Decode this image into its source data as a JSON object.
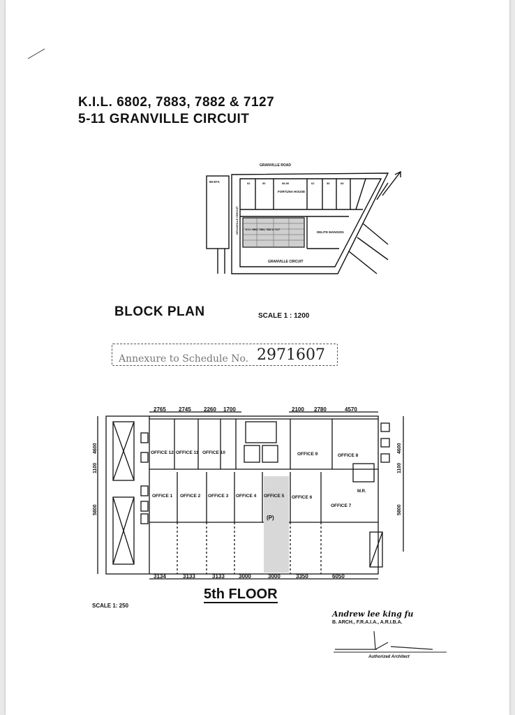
{
  "document": {
    "title_line1": "K.I.L. 6802, 7883, 7882 & 7127",
    "title_line2": "5-11 GRANVILLE CIRCUIT"
  },
  "block_plan": {
    "heading": "BLOCK PLAN",
    "scale": "SCALE 1 : 1200",
    "road_top": "GRANVILLE ROAD",
    "road_bottom": "GRANVILLE CIRCUIT",
    "road_side": "GRANVILLE CIRCUIT",
    "building_1": "FORTUNA HOUSE",
    "building_2": "DELITE MANSION",
    "lot_label": "K.I.L. 6802, 7883, 7882 & 7127",
    "number_left": "90-97A",
    "lot_numbers": [
      "52",
      "50",
      "58-50",
      "62",
      "56",
      "68"
    ]
  },
  "annexure": {
    "label": "Annexure to Schedule No.",
    "number": "2971607"
  },
  "floor_plan": {
    "heading": "5th FLOOR",
    "scale": "SCALE 1: 250",
    "top_dimensions": [
      "2765",
      "2745",
      "2260",
      "1700",
      "2100",
      "2780",
      "4570"
    ],
    "bottom_dimensions": [
      "3134",
      "3133",
      "3133",
      "3000",
      "3000",
      "3350",
      "6050"
    ],
    "left_dimensions": [
      "4600",
      "1100",
      "5800"
    ],
    "right_dimensions": [
      "4600",
      "1100",
      "5800"
    ],
    "offices_top": [
      "OFFICE 12",
      "OFFICE 11",
      "OFFICE 10",
      "OFFICE 9",
      "OFFICE 8"
    ],
    "offices_middle": [
      "OFFICE 1",
      "OFFICE 2",
      "OFFICE 3",
      "OFFICE 4",
      "OFFICE 5",
      "OFFICE 6",
      "OFFICE 7"
    ],
    "room_mr": "M.R.",
    "parking": "(P)"
  },
  "signature": {
    "name": "Andrew lee king fu",
    "qualifications": "B. ARCH., F.R.A.I.A., A.R.I.B.A.",
    "caption": "Authorized Architect"
  }
}
